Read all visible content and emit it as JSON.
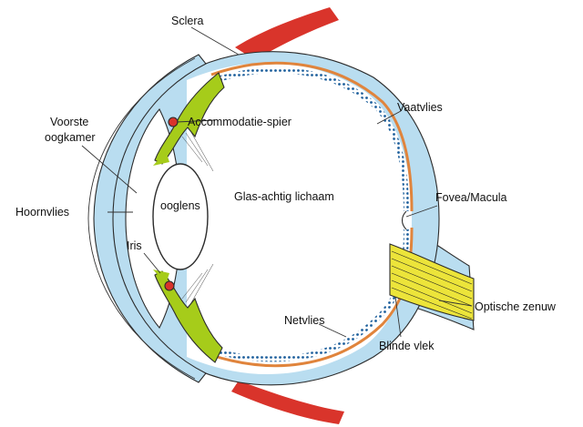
{
  "labels": {
    "sclera": "Sclera",
    "accommodatie_spier": "Accommodatie-spier",
    "vaatvlies": "Vaatvlies",
    "voorste_oogkamer_line1": "Voorste",
    "voorste_oogkamer_line2": "oogkamer",
    "ooglens": "ooglens",
    "glasachtig_lichaam": "Glas-achtig lichaam",
    "fovea_macula": "Fovea/Macula",
    "hoornvlies": "Hoornvlies",
    "iris": "Iris",
    "optische_zenuw": "Optische zenuw",
    "netvlies": "Netvlies",
    "blinde_vlek": "Blinde vlek"
  },
  "colors": {
    "sclera_fill": "#b9ddf0",
    "outline": "#2b2b2b",
    "muscle_red": "#d9342b",
    "ciliary_green": "#a6cc1a",
    "choroid_orange": "#e0843c",
    "retina_blue": "#2a77b8",
    "nerve_yellow": "#ece43a",
    "lens_fill": "#ffffff"
  }
}
